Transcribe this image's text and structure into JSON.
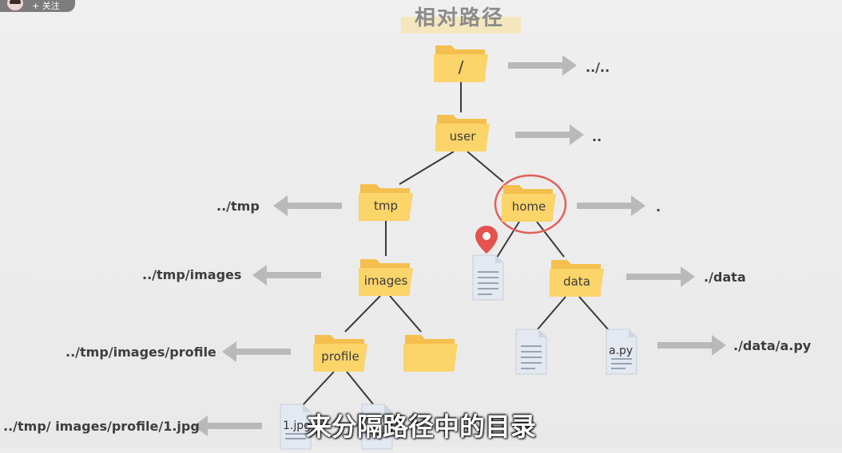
{
  "badge": {
    "follow_text": "+ 关注"
  },
  "title": "相对路径",
  "folders": {
    "root": "/",
    "user": "user",
    "tmp": "tmp",
    "home": "home",
    "images": "images",
    "data": "data",
    "profile": "profile",
    "unnamed": ""
  },
  "files": {
    "a_py": "a.py",
    "jpg": "1.jpg"
  },
  "paths": {
    "root": "../..",
    "user": "..",
    "tmp": "../tmp",
    "home": ".",
    "images": "../tmp/images",
    "data": "./data",
    "profile": "../tmp/images/profile",
    "a_py": "./data/a.py",
    "jpg": "../tmp/ images/profile/1.jpg"
  },
  "subtitle": "来分隔路径中的目录",
  "colors": {
    "folder": "#fbd46a",
    "folder_back": "#f4bf4e",
    "arrow": "#b9b9b9",
    "highlight_circle": "#e0605a",
    "pin": "#e5524f",
    "title_highlight": "#f5e7bd"
  }
}
